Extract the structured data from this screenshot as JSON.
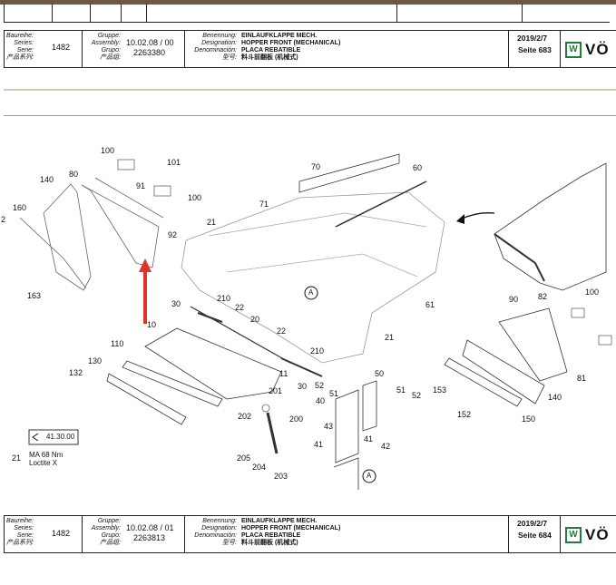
{
  "top_block": {
    "labels": [
      "Baureihe:",
      "Series:",
      "Serie:",
      "产品系列:"
    ],
    "series_value": "1482",
    "assembly_labels": [
      "Gruppe:",
      "Assembly:",
      "Grupo:",
      "产品组:"
    ],
    "assembly_value": "10.02.08 / 00",
    "group_value": "2263380",
    "name_labels": [
      "Benennung:",
      "Designation:",
      "Denominación:",
      "型号:"
    ],
    "names": [
      "EINLAUFKLAPPE MECH.",
      "HOPPER FRONT (MECHANICAL)",
      "PLACA REBATIBLE",
      "料斗前翻板 (机械式)"
    ],
    "date": "2019/2/7",
    "page": "Seite 683",
    "logo": "VÖ"
  },
  "bottom_block": {
    "labels": [
      "Baureihe:",
      "Series:",
      "Serie:",
      "产品系列:"
    ],
    "series_value": "1482",
    "assembly_labels": [
      "Gruppe:",
      "Assembly:",
      "Grupo:",
      "产品组:"
    ],
    "assembly_value": "10.02.08 / 01",
    "group_value": "2263813",
    "name_labels": [
      "Benennung:",
      "Designation:",
      "Denominación:",
      "型号:"
    ],
    "names": [
      "EINLAUFKLAPPE MECH.",
      "HOPPER FRONT (MECHANICAL)",
      "PLACA REBATIBLE",
      "料斗前翻板 (机械式)"
    ],
    "date": "2019/2/7",
    "page": "Seite 684",
    "logo": "VÖ"
  },
  "callouts": {
    "c100a": "100",
    "c101": "101",
    "c100b": "100",
    "c140": "140",
    "c80": "80",
    "c91": "91",
    "c160": "160",
    "c2": "2",
    "c92": "92",
    "c163": "163",
    "c70": "70",
    "c60": "60",
    "c71": "71",
    "c21a": "21",
    "c210a": "210",
    "c30a": "30",
    "c22a": "22",
    "c20": "20",
    "c10": "10",
    "c110": "110",
    "c130": "130",
    "c132": "132",
    "c22b": "22",
    "c210b": "210",
    "c11": "11",
    "c30b": "30",
    "c52a": "52",
    "c50": "50",
    "c51a": "51",
    "c40": "40",
    "c51b": "51",
    "c52b": "52",
    "c201": "201",
    "c202": "202",
    "c200": "200",
    "c43": "43",
    "c41a": "41",
    "c41b": "41",
    "c42": "42",
    "c205": "205",
    "c204": "204",
    "c203": "203",
    "c61": "61",
    "c21b": "21",
    "c90": "90",
    "c82": "82",
    "c100c": "100",
    "c81": "81",
    "c153": "153",
    "c140b": "140",
    "c152": "152",
    "c150": "150",
    "cA1": "A",
    "cA2": "A",
    "ref": "41.30.00",
    "c21c": "21",
    "torque": "68 Nm",
    "torque_prefix": "MA",
    "loctite": "Loctite X"
  }
}
